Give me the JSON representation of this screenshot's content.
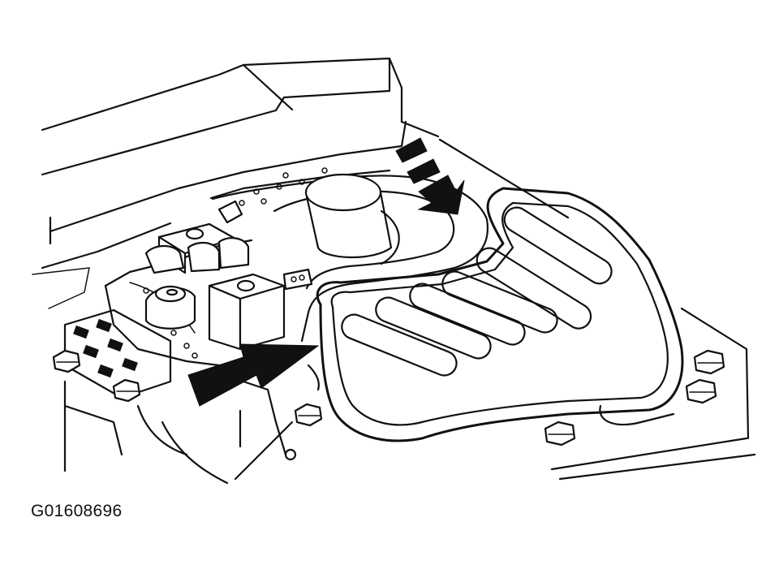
{
  "figure": {
    "id_label": "G01608696"
  },
  "colors": {
    "line": "#111111",
    "background": "#ffffff",
    "arrow_fill": "#111111"
  },
  "callouts": [
    {
      "name": "arrow-upper-right",
      "icon": "dashed-arrow-icon"
    },
    {
      "name": "arrow-lower-left",
      "icon": "solid-arrow-icon"
    }
  ]
}
